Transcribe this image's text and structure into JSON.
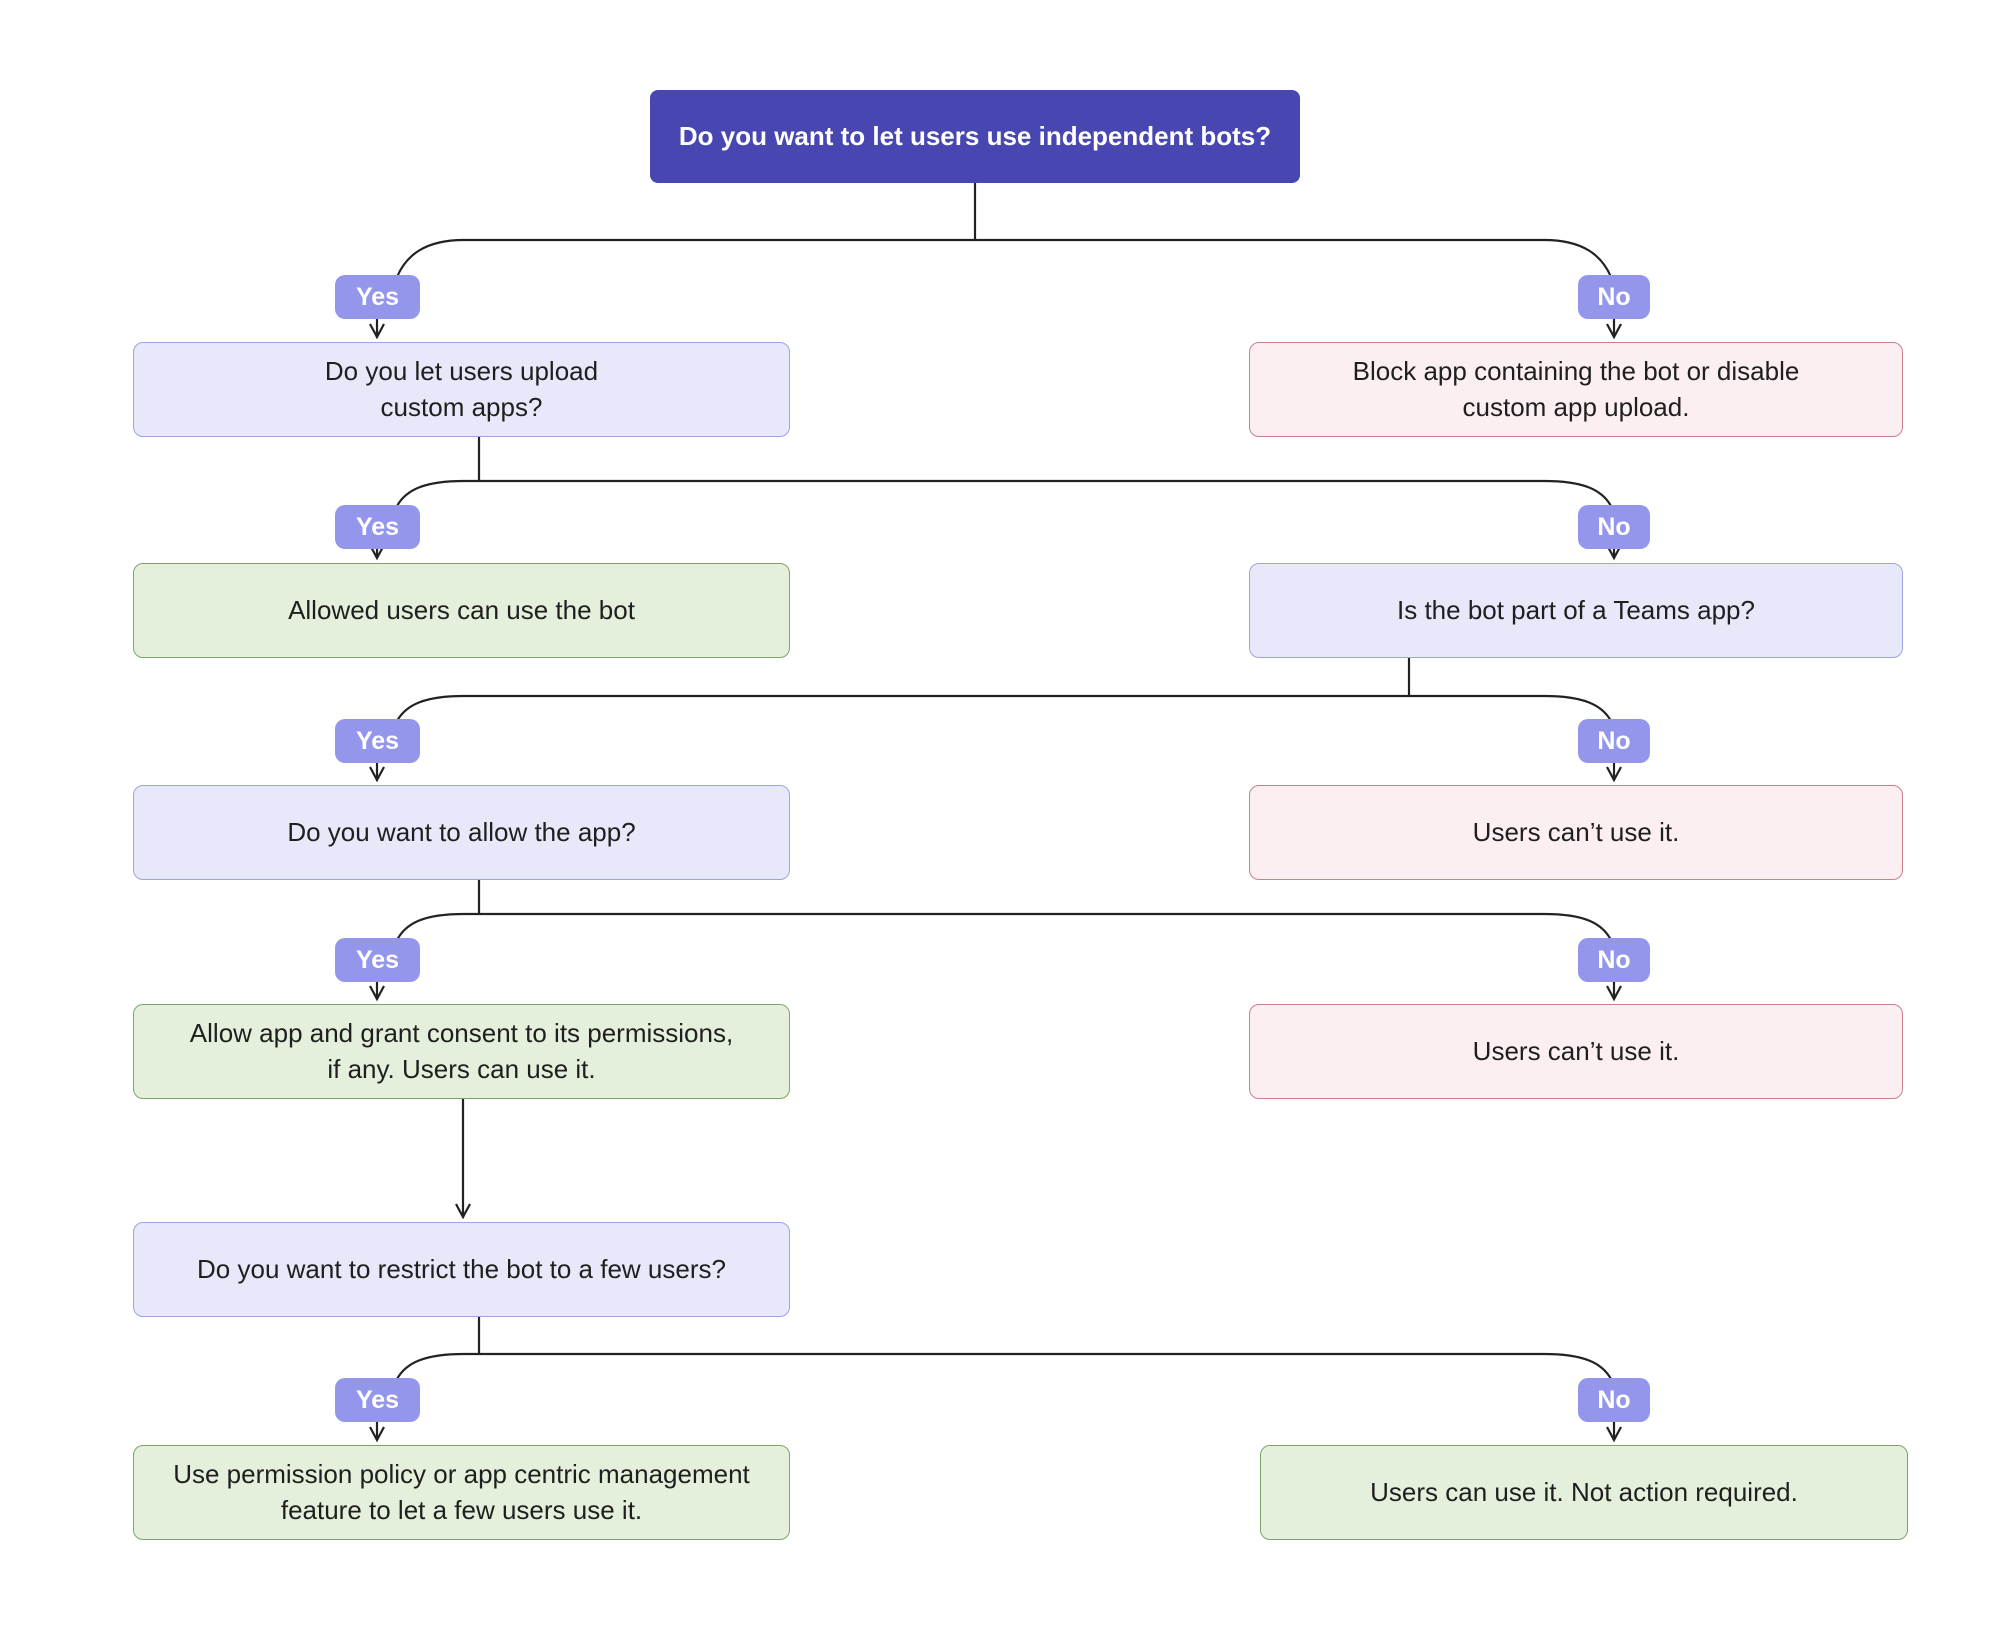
{
  "diagram": {
    "type": "flowchart",
    "title": "Do you want to let users use independent bots?",
    "edge_labels": {
      "yes": "Yes",
      "no": "No"
    },
    "nodes": [
      {
        "id": "root",
        "type": "decision-root",
        "lines": [
          "Do you want to let users use independent bots?"
        ]
      },
      {
        "id": "question-upload-custom-apps",
        "type": "question",
        "lines": [
          "Do you let users upload",
          "custom apps?"
        ]
      },
      {
        "id": "outcome-block-app-or-disable-upload",
        "type": "negative-outcome",
        "lines": [
          "Block app containing the bot or disable",
          "custom app upload."
        ]
      },
      {
        "id": "outcome-allowed-users-can-use-bot",
        "type": "positive-outcome",
        "lines": [
          "Allowed users can use the bot"
        ]
      },
      {
        "id": "question-bot-part-of-teams-app",
        "type": "question",
        "lines": [
          "Is the bot part of a Teams app?"
        ]
      },
      {
        "id": "question-want-to-allow-app",
        "type": "question",
        "lines": [
          "Do you want to allow the app?"
        ]
      },
      {
        "id": "outcome-users-cant-use-it-1",
        "type": "negative-outcome",
        "lines": [
          "Users can’t use it."
        ]
      },
      {
        "id": "outcome-allow-app-grant-consent",
        "type": "positive-outcome",
        "lines": [
          "Allow app and grant consent to its permissions,",
          "if any. Users can use it."
        ]
      },
      {
        "id": "outcome-users-cant-use-it-2",
        "type": "negative-outcome",
        "lines": [
          "Users can’t use it."
        ]
      },
      {
        "id": "question-restrict-bot-few-users",
        "type": "question",
        "lines": [
          "Do you want to restrict the bot to a few users?"
        ]
      },
      {
        "id": "outcome-use-permission-policy",
        "type": "positive-outcome",
        "lines": [
          "Use permission policy or app centric management",
          "feature to let a few users use it."
        ]
      },
      {
        "id": "outcome-users-can-use-it-no-action",
        "type": "positive-outcome",
        "lines": [
          "Users can use it. Not action required."
        ]
      }
    ],
    "edges": [
      {
        "from": "root",
        "label": "Yes",
        "to": "question-upload-custom-apps"
      },
      {
        "from": "root",
        "label": "No",
        "to": "outcome-block-app-or-disable-upload"
      },
      {
        "from": "question-upload-custom-apps",
        "label": "Yes",
        "to": "outcome-allowed-users-can-use-bot"
      },
      {
        "from": "question-upload-custom-apps",
        "label": "No",
        "to": "question-bot-part-of-teams-app"
      },
      {
        "from": "question-bot-part-of-teams-app",
        "label": "Yes",
        "to": "question-want-to-allow-app"
      },
      {
        "from": "question-bot-part-of-teams-app",
        "label": "No",
        "to": "outcome-users-cant-use-it-1"
      },
      {
        "from": "question-want-to-allow-app",
        "label": "Yes",
        "to": "outcome-allow-app-grant-consent"
      },
      {
        "from": "question-want-to-allow-app",
        "label": "No",
        "to": "outcome-users-cant-use-it-2"
      },
      {
        "from": "outcome-allow-app-grant-consent",
        "label": "",
        "to": "question-restrict-bot-few-users"
      },
      {
        "from": "question-restrict-bot-few-users",
        "label": "Yes",
        "to": "outcome-use-permission-policy"
      },
      {
        "from": "question-restrict-bot-few-users",
        "label": "No",
        "to": "outcome-users-can-use-it-no-action"
      }
    ],
    "colors": {
      "background": "#ffffff",
      "root_fill": "#4847b2",
      "root_text": "#ffffff",
      "pill_fill": "#9496ec",
      "pill_text": "#ffffff",
      "question_fill": "#e7e8f9",
      "question_border": "#9fa4df",
      "positive_fill": "#e4f0db",
      "positive_border": "#7ea569",
      "negative_fill": "#fbeff1",
      "negative_border": "#cb7e8d",
      "line": "#222222",
      "text": "#1f1f1f"
    }
  }
}
